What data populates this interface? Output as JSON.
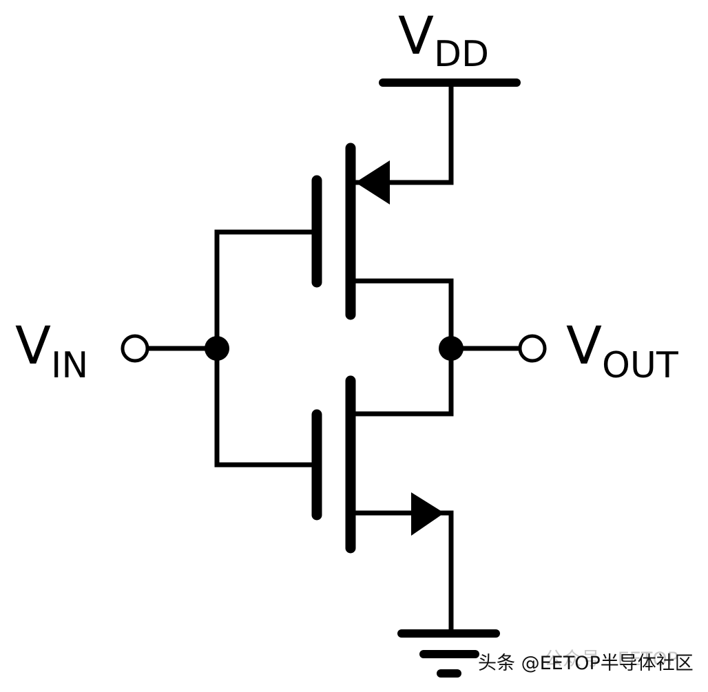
{
  "labels": {
    "vdd_main": "V",
    "vdd_sub": "DD",
    "vin_main": "V",
    "vin_sub": "IN",
    "vout_main": "V",
    "vout_sub": "OUT"
  },
  "watermark": {
    "text": "头条 @EETOP半导体社区",
    "faint_text": "公众号 · EETOP"
  },
  "colors": {
    "line": "#000000",
    "background": "#ffffff"
  }
}
